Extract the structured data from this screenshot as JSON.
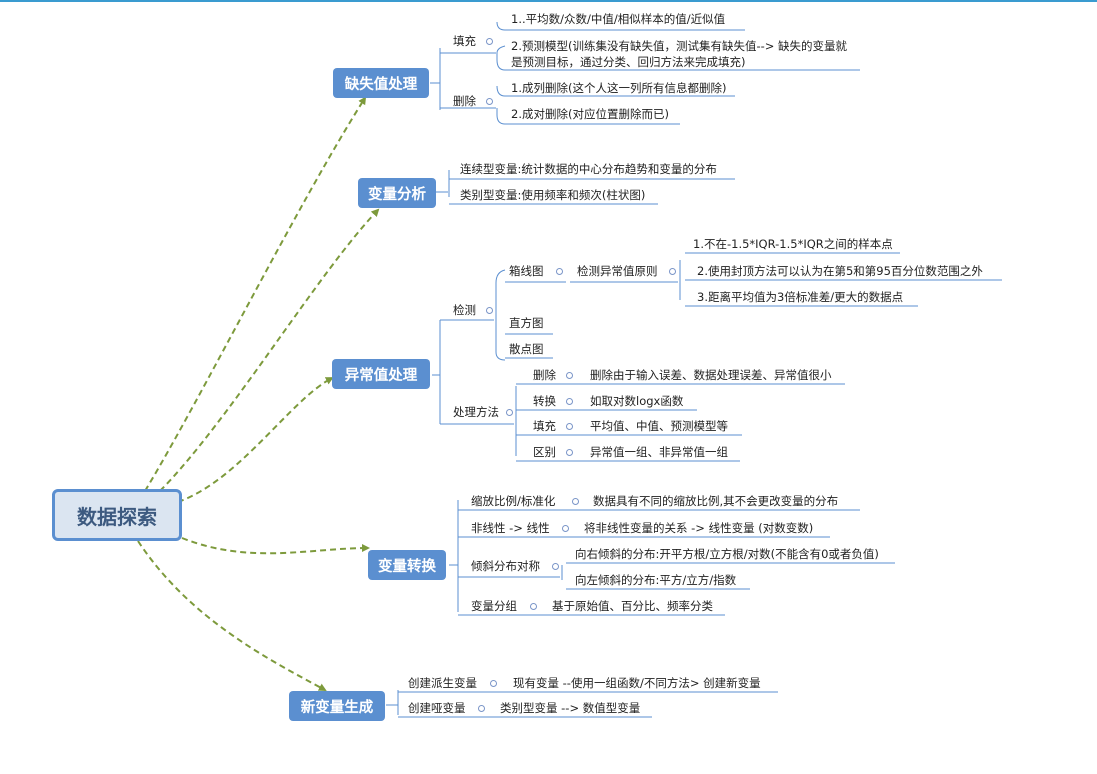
{
  "root": {
    "label": "数据探索"
  },
  "missing": {
    "label": "缺失值处理",
    "fill": {
      "label": "填充",
      "items": [
        "1..平均数/众数/中值/相似样本的值/近似值",
        "2.预测模型(训练集没有缺失值，测试集有缺失值--> 缺失的变量就是预测目标，通过分类、回归方法来完成填充)"
      ]
    },
    "delete": {
      "label": "删除",
      "items": [
        "1.成列删除(这个人这一列所有信息都删除)",
        "2.成对删除(对应位置删除而已)"
      ]
    }
  },
  "variable_analysis": {
    "label": "变量分析",
    "items": [
      "连续型变量:统计数据的中心分布趋势和变量的分布",
      "类别型变量:使用频率和频次(柱状图)"
    ]
  },
  "outlier": {
    "label": "异常值处理",
    "detect": {
      "label": "检测",
      "boxplot": {
        "label": "箱线图",
        "principle": "检测异常值原则",
        "rules": [
          "1.不在-1.5*IQR-1.5*IQR之间的样本点",
          "2.使用封顶方法可以认为在第5和第95百分位数范围之外",
          "3.距离平均值为3倍标准差/更大的数据点"
        ]
      },
      "histogram": "直方图",
      "scatter": "散点图"
    },
    "methods": {
      "label": "处理方法",
      "items": [
        {
          "name": "删除",
          "desc": "删除由于输入误差、数据处理误差、异常值很小"
        },
        {
          "name": "转换",
          "desc": "如取对数logx函数"
        },
        {
          "name": "填充",
          "desc": "平均值、中值、预测模型等"
        },
        {
          "name": "区别",
          "desc": "异常值一组、非异常值一组"
        }
      ]
    }
  },
  "transform": {
    "label": "变量转换",
    "scale": {
      "name": "缩放比例/标准化",
      "desc": "数据具有不同的缩放比例,其不会更改变量的分布"
    },
    "linear": {
      "name": "非线性 -> 线性",
      "desc": "将非线性变量的关系 -> 线性变量 (对数变数)"
    },
    "skew": {
      "name": "倾斜分布对称",
      "items": [
        "向右倾斜的分布:开平方根/立方根/对数(不能含有0或者负值)",
        "向左倾斜的分布:平方/立方/指数"
      ]
    },
    "group": {
      "name": "变量分组",
      "desc": "基于原始值、百分比、频率分类"
    }
  },
  "new_var": {
    "label": "新变量生成",
    "derived": {
      "name": "创建派生变量",
      "desc": "现有变量 --使用一组函数/不同方法> 创建新变量"
    },
    "dummy": {
      "name": "创建哑变量",
      "desc": "类别型变量 --> 数值型变量"
    }
  },
  "colors": {
    "main_fill": "#5b8fd0",
    "root_fill": "#dbe5f1",
    "dashed_link": "#7d9a3c",
    "line": "#5b8fd0"
  }
}
